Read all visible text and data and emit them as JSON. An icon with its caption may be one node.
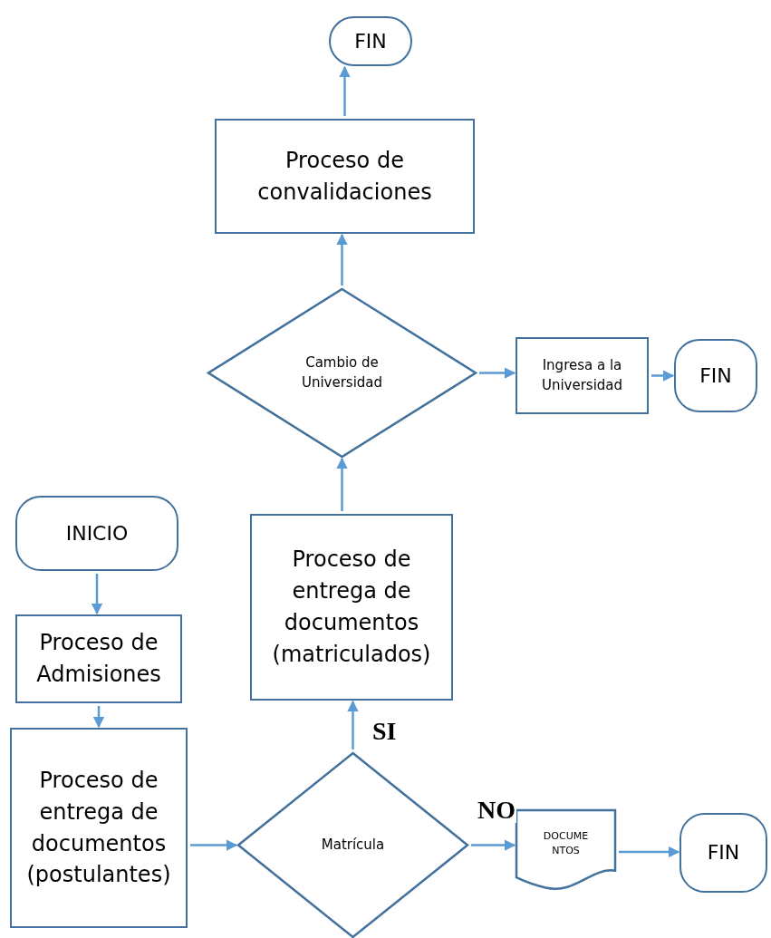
{
  "diagram": {
    "nodes": [
      {
        "text": [
          "FIN"
        ]
      },
      {
        "text": [
          "Proceso de convalidaciones"
        ]
      },
      {
        "text": [
          "Cambio de Universidad"
        ]
      },
      {
        "text": [
          "Ingresa a la Universidad"
        ]
      },
      {
        "text": [
          "FIN"
        ]
      },
      {
        "text": [
          "INICIO"
        ]
      },
      {
        "text": [
          "Proceso de Admisiones"
        ]
      },
      {
        "text": [
          "Proceso de entrega de documentos (matriculados)"
        ]
      },
      {
        "text": [
          "Proceso de entrega de documentos (postulantes)"
        ]
      },
      {
        "text": [
          "Matrícula"
        ]
      },
      {
        "text": [
          "DOCUME NTOS"
        ]
      },
      {
        "text": [
          "FIN"
        ]
      }
    ],
    "edges": [
      {
        "from": 1,
        "to": 0,
        "arrow": "to"
      },
      {
        "from": 2,
        "to": 1,
        "arrow": "to"
      },
      {
        "from": 2,
        "to": 3,
        "arrow": "to"
      },
      {
        "from": 3,
        "to": 4,
        "arrow": "to"
      },
      {
        "from": 7,
        "to": 2,
        "arrow": "to"
      },
      {
        "from": 9,
        "to": 7,
        "arrow": "to",
        "label": "SI"
      },
      {
        "from": 9,
        "to": 10,
        "arrow": "to",
        "label": "NO"
      },
      {
        "from": 10,
        "to": 11,
        "arrow": "to"
      },
      {
        "from": 5,
        "to": 6,
        "arrow": "to"
      },
      {
        "from": 6,
        "to": 8,
        "arrow": "to"
      },
      {
        "from": 8,
        "to": 9,
        "arrow": "to"
      }
    ]
  }
}
